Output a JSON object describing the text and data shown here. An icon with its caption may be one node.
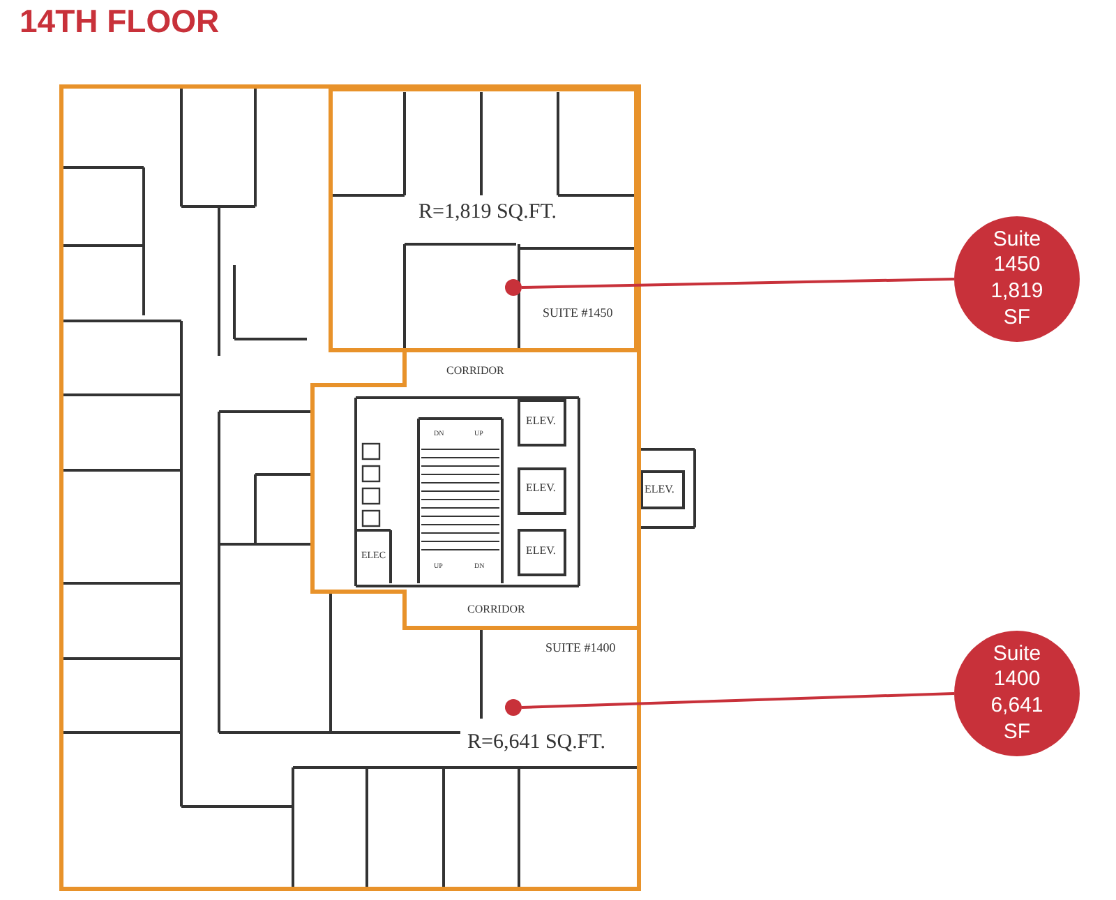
{
  "diagram": {
    "title": "14TH FLOOR",
    "nodes": [
      {
        "text": [
          "R=1,819 SQ.FT.",
          "SUITE #1450"
        ]
      },
      {
        "text": [],
        "shape": "circle",
        "in": 0
      },
      {
        "text": [
          "Suite 1450 1,819 SF"
        ]
      },
      {
        "text": [
          "SUITE #1400",
          "R=6,641 SQ.FT."
        ]
      },
      {
        "text": [],
        "shape": "circle",
        "in": 3
      },
      {
        "text": [
          "Suite 1400 6,641 SF"
        ]
      }
    ],
    "edges": [
      {
        "from": 2,
        "to": 1,
        "arrow": "none"
      },
      {
        "from": 5,
        "to": 4,
        "arrow": "none"
      }
    ],
    "labels": [
      "CORRIDOR",
      "ELEV.",
      "DN",
      "UP",
      "ELEV.",
      "ELEV.",
      "ELEC",
      "ELEV.",
      "UP",
      "DN",
      "CORRIDOR"
    ]
  }
}
